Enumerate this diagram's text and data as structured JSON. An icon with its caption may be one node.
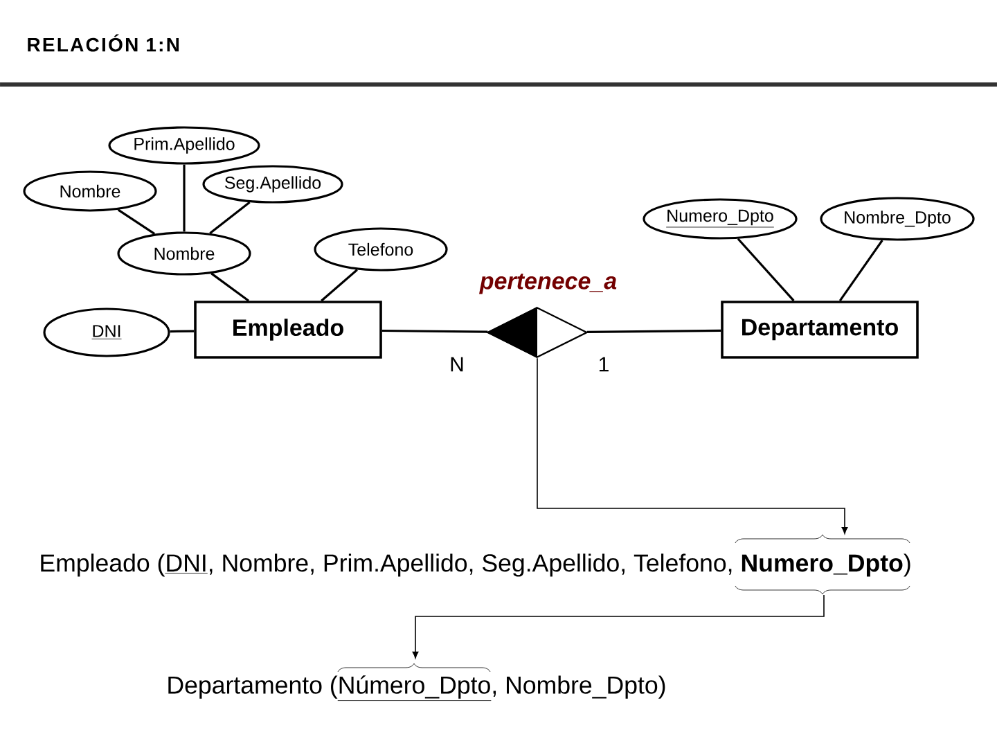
{
  "diagram": {
    "title": "RELACIÓN 1:N",
    "nodes": [
      {
        "text": [
          "Prim.Apellido"
        ]
      },
      {
        "text": [
          "Nombre"
        ]
      },
      {
        "text": [
          "Seg.Apellido"
        ]
      },
      {
        "text": [
          "Nombre"
        ]
      },
      {
        "text": [
          "Telefono"
        ]
      },
      {
        "text": [
          "DNI"
        ]
      },
      {
        "text": [
          "Empleado"
        ]
      },
      {
        "text": [
          "pertenece_a"
        ]
      },
      {
        "text": [
          "Departamento"
        ]
      },
      {
        "text": [
          "Numero_Dpto"
        ]
      },
      {
        "text": [
          "Nombre_Dpto"
        ]
      },
      {
        "text": [
          "Empleado (",
          "DNI",
          ", Nombre, Prim.Apellido, Seg.Apellido, Telefono, **Numero_Dpto**)"
        ]
      },
      {
        "text": [
          "Departamento (",
          "Número_Dpto",
          ", Nombre_Dpto)"
        ]
      }
    ],
    "edges": [
      {
        "from": 0,
        "to": 3,
        "arrow": "none"
      },
      {
        "from": 1,
        "to": 3,
        "arrow": "none"
      },
      {
        "from": 2,
        "to": 3,
        "arrow": "none"
      },
      {
        "from": 3,
        "to": 6,
        "arrow": "none"
      },
      {
        "from": 4,
        "to": 6,
        "arrow": "none"
      },
      {
        "from": 5,
        "to": 6,
        "arrow": "none"
      },
      {
        "from": 6,
        "to": 7,
        "arrow": "none",
        "label": "N"
      },
      {
        "from": 7,
        "to": 8,
        "arrow": "none",
        "label": "1"
      },
      {
        "from": 9,
        "to": 8,
        "arrow": "none"
      },
      {
        "from": 10,
        "to": 8,
        "arrow": "none"
      },
      {
        "from": 7,
        "to": 11,
        "arrow": "to"
      },
      {
        "from": 11,
        "to": 12,
        "arrow": "to"
      }
    ]
  }
}
